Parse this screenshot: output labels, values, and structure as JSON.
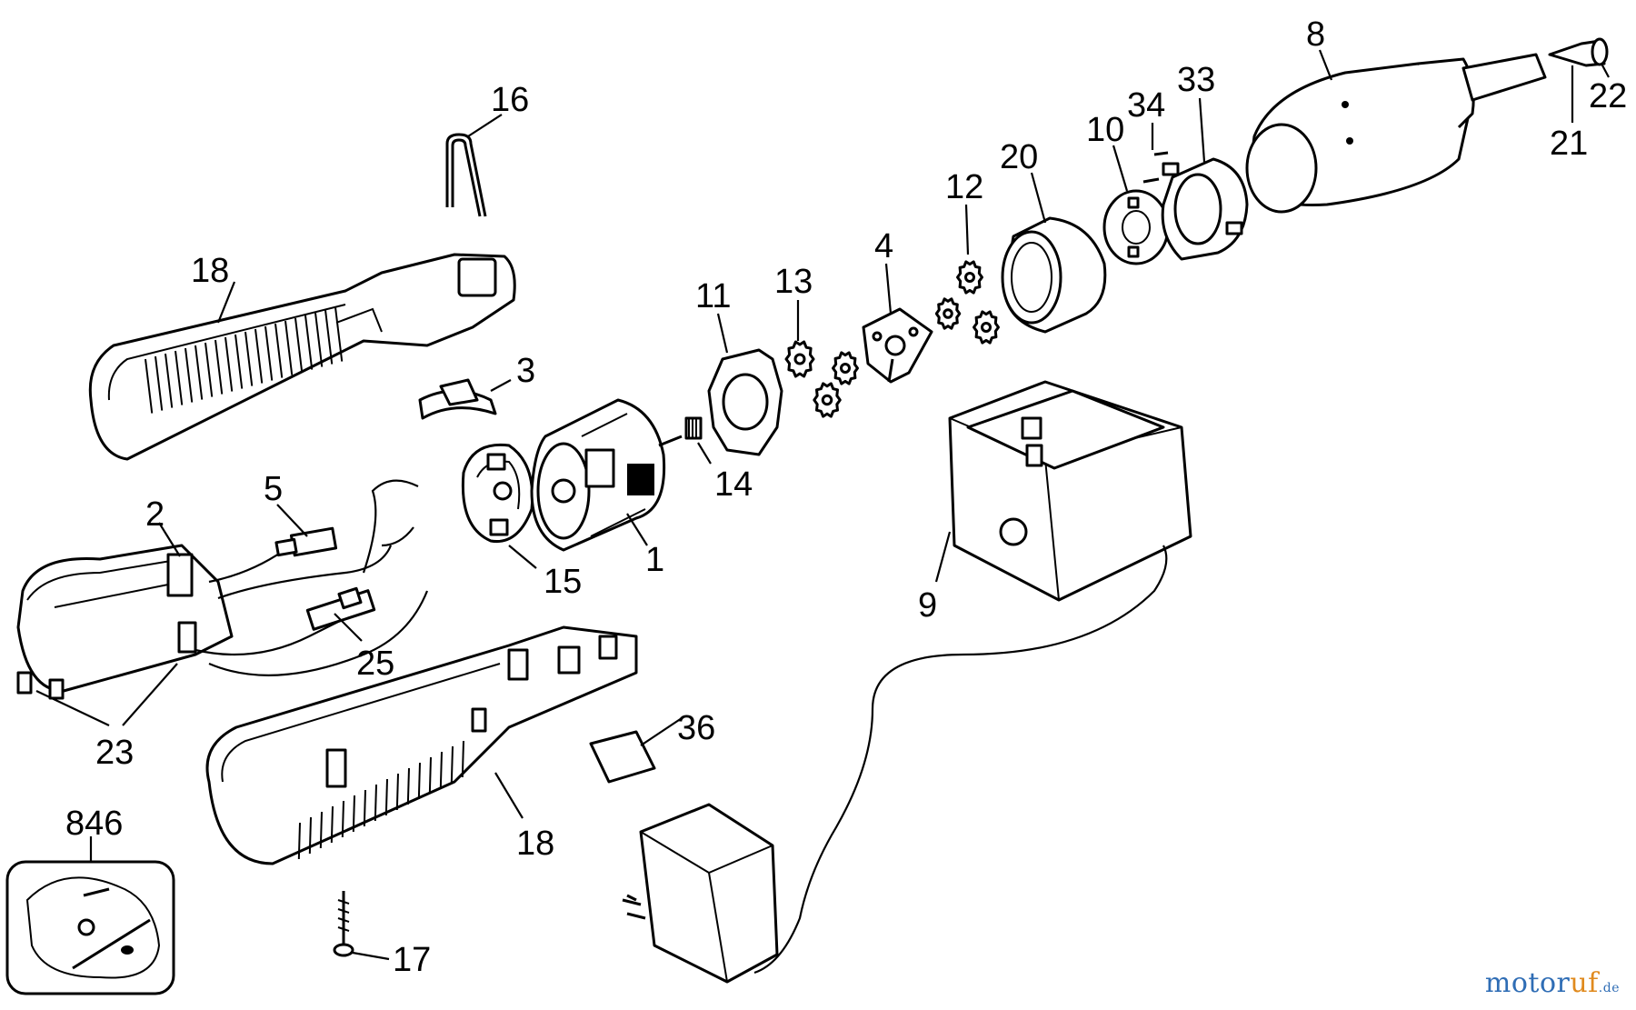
{
  "labels": {
    "p1": "1",
    "p2": "2",
    "p3": "3",
    "p4": "4",
    "p5": "5",
    "p8": "8",
    "p9": "9",
    "p10": "10",
    "p11": "11",
    "p12": "12",
    "p13": "13",
    "p14": "14",
    "p15": "15",
    "p16": "16",
    "p17": "17",
    "p18a": "18",
    "p18b": "18",
    "p20": "20",
    "p21": "21",
    "p22": "22",
    "p23": "23",
    "p25": "25",
    "p33": "33",
    "p34": "34",
    "p36": "36",
    "p846": "846"
  },
  "watermark": {
    "part1": "motor",
    "part2": "uf",
    "part3": ".de"
  }
}
